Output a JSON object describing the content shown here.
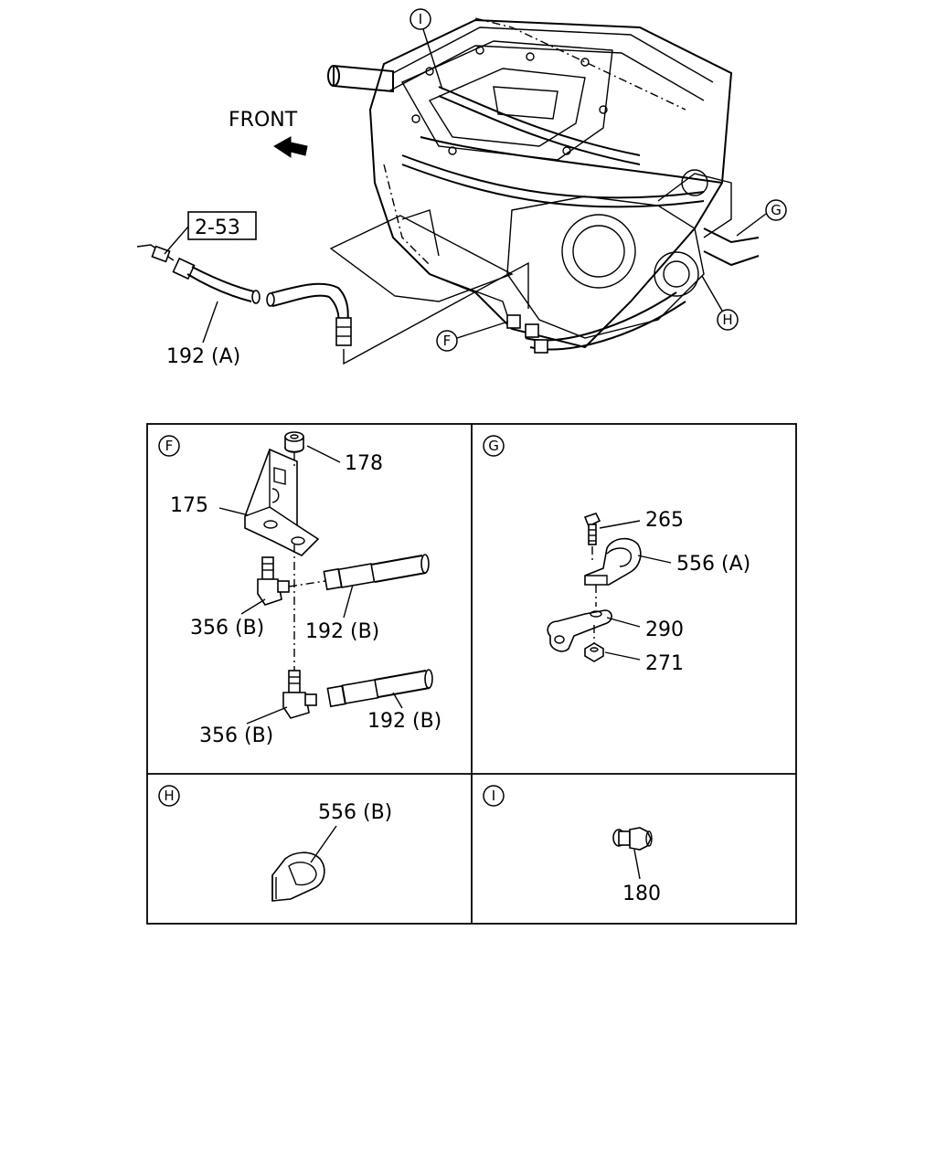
{
  "overview": {
    "front_label": "FRONT",
    "ref_box": "2-53",
    "hose_label": "192 (A)",
    "callouts": {
      "F": "F",
      "G": "G",
      "H": "H",
      "I": "I"
    }
  },
  "panels": {
    "F": {
      "letter": "F",
      "labels": {
        "p178": "178",
        "p175": "175",
        "p356b_top": "356 (B)",
        "p192b_top": "192 (B)",
        "p356b_bottom": "356 (B)",
        "p192b_bottom": "192 (B)"
      }
    },
    "G": {
      "letter": "G",
      "labels": {
        "p265": "265",
        "p556a": "556 (A)",
        "p290": "290",
        "p271": "271"
      }
    },
    "H": {
      "letter": "H",
      "labels": {
        "p556b": "556 (B)"
      }
    },
    "I": {
      "letter": "I",
      "labels": {
        "p180": "180"
      }
    }
  },
  "colors": {
    "line": "#000000",
    "background": "#ffffff"
  }
}
